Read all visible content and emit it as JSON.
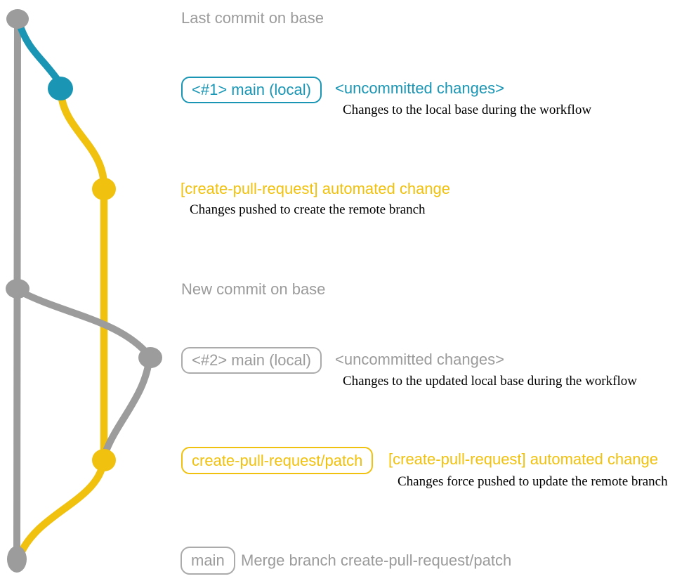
{
  "colors": {
    "gray": "#9B9B9B",
    "gray_line": "#9C9C9C",
    "teal": "#1A96B4",
    "yellow": "#F0C10E",
    "ink": "#000000"
  },
  "annotations": {
    "last_commit_label": "Last commit on base",
    "branch1": {
      "box_label": "<#1> main (local)",
      "title": "<uncommitted changes>",
      "desc": "Changes to the local base during the workflow"
    },
    "push1": {
      "title": "[create-pull-request] automated change",
      "desc": "Changes pushed to create the remote branch"
    },
    "new_commit_label": "New commit on base",
    "branch2": {
      "box_label": "<#2> main (local)",
      "title": "<uncommitted changes>",
      "desc": "Changes to the updated local base during the workflow"
    },
    "push2": {
      "box_label": "create-pull-request/patch",
      "title": "[create-pull-request] automated change",
      "desc": "Changes force pushed to update the remote branch"
    },
    "merge": {
      "box_label": "main",
      "title": "Merge branch create-pull-request/patch"
    }
  }
}
